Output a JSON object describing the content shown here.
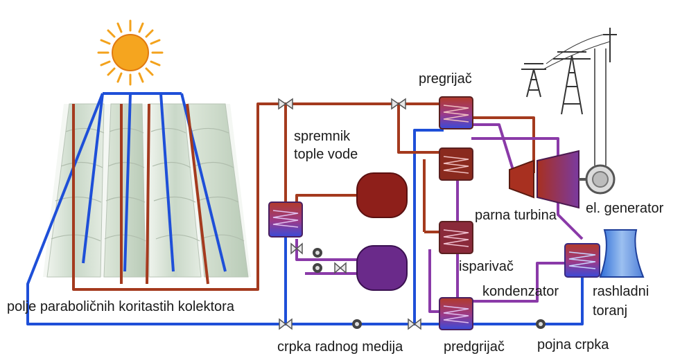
{
  "labels": {
    "collectors": "polje paraboličnih koritastih kolektora",
    "hot_water_tank": [
      "spremnik",
      "tople vode"
    ],
    "superheater": "pregrijač",
    "steam_turbine": "parna turbina",
    "generator": "el. generator",
    "evaporator": "isparivač",
    "condenser": "kondenzator",
    "cooling_tower": [
      "rashladni",
      "toranj"
    ],
    "working_fluid_pump": "crpka radnog medija",
    "preheater": "predgrijač",
    "feed_pump": "pojna crpka"
  },
  "colors": {
    "hot_loop": "#a43a1e",
    "cold_loop": "#1e4fd8",
    "steam_loop": "#8a3aa8",
    "tank_hot": "#8e1f1a",
    "tank_cold": "#6a2a8a",
    "sun": "#f3a21c"
  },
  "icons": [
    "sun-icon",
    "valve-icon",
    "pump-icon",
    "transmission-tower-icon"
  ]
}
